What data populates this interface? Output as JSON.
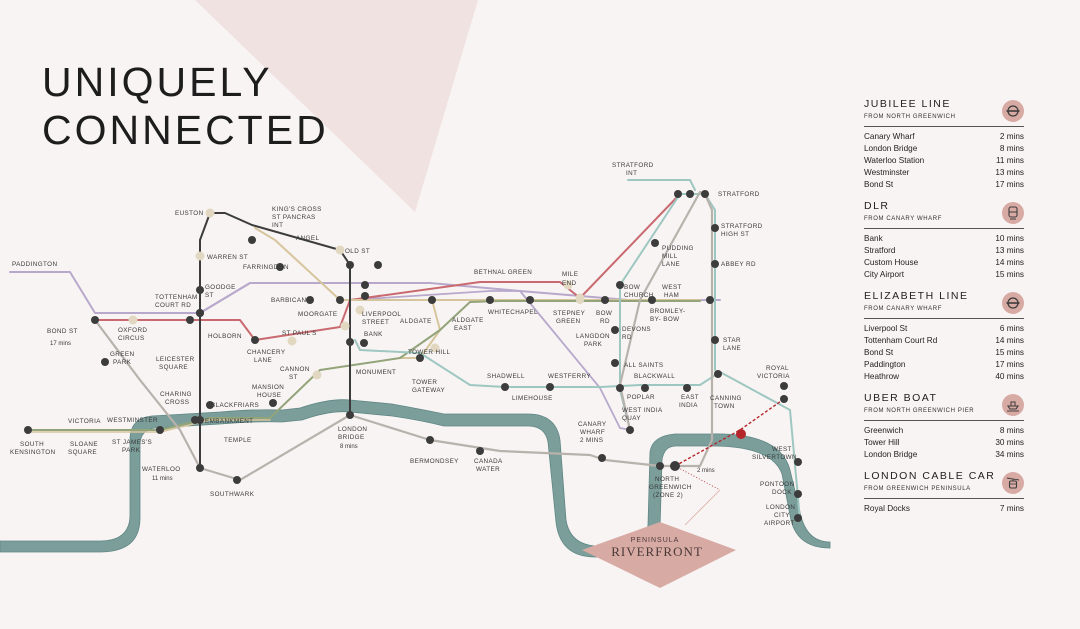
{
  "headline": {
    "line1": "UNIQUELY",
    "line2": "CONNECTED"
  },
  "colors": {
    "river": "#7c9e9b",
    "river_stroke": "#5f8785",
    "highlight": "#d8aaa4",
    "line_purple": "#b8a8cc",
    "line_red": "#c96a70",
    "line_teal": "#9fc7c1",
    "line_olive": "#93a47a",
    "line_gold": "#d6c59c",
    "line_grey": "#b8b2ad",
    "line_black": "#3c3c3c",
    "cable_car": "#b5262b"
  },
  "map": {
    "labels": {
      "paddington": "PADDINGTON",
      "euston": "EUSTON",
      "kings_cross_1": "KING'S CROSS",
      "kings_cross_2": "ST PANCRAS",
      "kings_cross_3": "INT",
      "angel": "ANGEL",
      "warren_st": "WARREN ST",
      "farringdon": "FARRINGDON",
      "old_st": "OLD ST",
      "goodge_1": "GOODGE",
      "goodge_2": "ST",
      "tcr_1": "TOTTENHAM",
      "tcr_2": "COURT RD",
      "barbican": "BARBICAN",
      "moorgate": "MOORGATE",
      "liverpool_1": "LIVERPOOL",
      "liverpool_2": "STREET",
      "aldgate": "ALDGATE",
      "aldgate_east_1": "ALDGATE",
      "aldgate_east_2": "EAST",
      "bethnal_green": "BETHNAL GREEN",
      "mile_end_1": "MILE",
      "mile_end_2": "END",
      "whitechapel": "WHITECHAPEL",
      "stepney_1": "STEPNEY",
      "stepney_2": "GREEN",
      "bond_st": "BOND ST",
      "bond_st_time": "17 mins",
      "oxford_1": "OXFORD",
      "oxford_2": "CIRCUS",
      "holborn": "HOLBORN",
      "st_pauls": "ST PAUL'S",
      "bank": "BANK",
      "chancery_1": "CHANCERY",
      "chancery_2": "LANE",
      "tower_hill": "TOWER HILL",
      "green_park_1": "GREEN",
      "green_park_2": "PARK",
      "leicester_1": "LEICESTER",
      "leicester_2": "SQUARE",
      "cannon_1": "CANNON",
      "cannon_2": "ST",
      "monument": "MONUMENT",
      "mansion_1": "MANSION",
      "mansion_2": "HOUSE",
      "charing_1": "CHARING",
      "charing_2": "CROSS",
      "blackfriars": "BLACKFRIARS",
      "tower_gw_1": "TOWER",
      "tower_gw_2": "GATEWAY",
      "shadwell": "SHADWELL",
      "limehouse": "LIMEHOUSE",
      "westferry": "WESTFERRY",
      "victoria": "VICTORIA",
      "westminster": "WESTMINSTER",
      "embankment": "EMBANKMENT",
      "temple": "TEMPLE",
      "south_ken_1": "SOUTH",
      "south_ken_2": "KENSINGTON",
      "sloane_1": "SLOANE",
      "sloane_2": "SQUARE",
      "st_james_1": "ST JAMES'S",
      "st_james_2": "PARK",
      "london_bridge_1": "LONDON",
      "london_bridge_2": "BRIDGE",
      "london_bridge_time": "8 mins",
      "waterloo": "WATERLOO",
      "waterloo_time": "11 mins",
      "southwark": "SOUTHWARK",
      "bermondsey": "BERMONDSEY",
      "canada_1": "CANADA",
      "canada_2": "WATER",
      "stratford_int_1": "STRATFORD",
      "stratford_int_2": "INT",
      "stratford": "STRATFORD",
      "stratford_high_1": "STRATFORD",
      "stratford_high_2": "HIGH ST",
      "pudding_1": "PUDDING",
      "pudding_2": "MILL",
      "pudding_3": "LANE",
      "abbey_rd": "ABBEY RD",
      "bow_church_1": "BOW",
      "bow_church_2": "CHURCH",
      "west_ham_1": "WEST",
      "west_ham_2": "HAM",
      "bow_rd_1": "BOW",
      "bow_rd_2": "RD",
      "bromley_1": "BROMLEY-",
      "bromley_2": "BY- BOW",
      "langdon_1": "LANGDON",
      "langdon_2": "PARK",
      "devons_1": "DEVONS",
      "devons_2": "RD",
      "all_saints": "ALL SAINTS",
      "star_lane_1": "STAR",
      "star_lane_2": "LANE",
      "royal_vic_1": "ROYAL",
      "royal_vic_2": "VICTORIA",
      "blackwall": "BLACKWALL",
      "poplar": "POPLAR",
      "east_india_1": "EAST",
      "east_india_2": "INDIA",
      "canning_1": "CANNING",
      "canning_2": "TOWN",
      "wiq_1": "WEST INDIA",
      "wiq_2": "QUAY",
      "canary_1": "CANARY",
      "canary_2": "WHARF",
      "canary_3": "2 MINS",
      "west_silver_1": "WEST",
      "west_silver_2": "SILVERTOWN",
      "pontoon_1": "PONTOON",
      "pontoon_2": "DOCK",
      "lca_1": "LONDON",
      "lca_2": "CITY",
      "lca_3": "AIRPORT",
      "ng_1": "NORTH",
      "ng_2": "GREENWICH",
      "ng_3": "(ZONE 2)",
      "walk_time": "2 mins",
      "peninsula_1": "PENINSULA",
      "peninsula_2": "RIVERFRONT"
    }
  },
  "sidebar": {
    "sections": [
      {
        "title": "JUBILEE LINE",
        "subtitle": "FROM NORTH GREENWICH",
        "icon": "underground-roundel-icon",
        "rows": [
          {
            "place": "Canary Wharf",
            "time": "2 mins"
          },
          {
            "place": "London Bridge",
            "time": "8 mins"
          },
          {
            "place": "Waterloo Station",
            "time": "11 mins"
          },
          {
            "place": "Westminster",
            "time": "13 mins"
          },
          {
            "place": "Bond St",
            "time": "17 mins"
          }
        ]
      },
      {
        "title": "DLR",
        "subtitle": "FROM CANARY WHARF",
        "icon": "dlr-train-icon",
        "rows": [
          {
            "place": "Bank",
            "time": "10 mins"
          },
          {
            "place": "Stratford",
            "time": "13 mins"
          },
          {
            "place": "Custom House",
            "time": "14 mins"
          },
          {
            "place": "City Airport",
            "time": "15 mins"
          }
        ]
      },
      {
        "title": "ELIZABETH LINE",
        "subtitle": "FROM CANARY WHARF",
        "icon": "elizabeth-roundel-icon",
        "rows": [
          {
            "place": "Liverpool St",
            "time": "6 mins"
          },
          {
            "place": "Tottenham Court Rd",
            "time": "14 mins"
          },
          {
            "place": "Bond St",
            "time": "15 mins"
          },
          {
            "place": "Paddington",
            "time": "17 mins"
          },
          {
            "place": "Heathrow",
            "time": "40 mins"
          }
        ]
      },
      {
        "title": "UBER BOAT",
        "subtitle": "FROM NORTH GREENWICH PIER",
        "icon": "boat-icon",
        "rows": [
          {
            "place": "Greenwich",
            "time": "8 mins"
          },
          {
            "place": "Tower Hill",
            "time": "30 mins"
          },
          {
            "place": "London Bridge",
            "time": "34 mins"
          }
        ]
      },
      {
        "title": "LONDON CABLE CAR",
        "subtitle": "FROM GREENWICH PENINSULA",
        "icon": "cable-car-icon",
        "rows": [
          {
            "place": "Royal Docks",
            "time": "7 mins"
          }
        ]
      }
    ]
  }
}
